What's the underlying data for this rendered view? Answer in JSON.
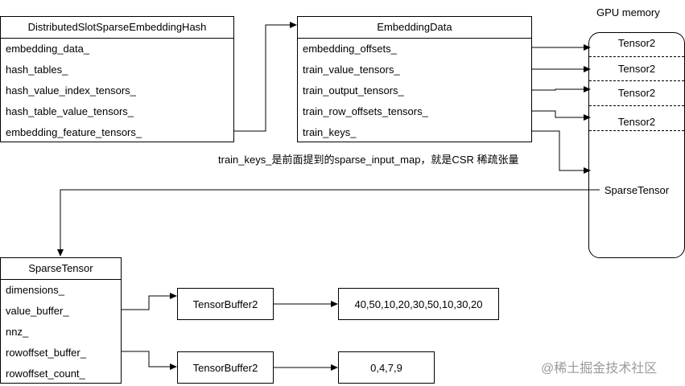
{
  "gpu_memory": {
    "title": "GPU memory",
    "items": [
      "Tensor2",
      "Tensor2",
      "Tensor2",
      "Tensor2"
    ],
    "sparse_tensor_label": "SparseTensor"
  },
  "hash_box": {
    "title": "DistributedSlotSparseEmbeddingHash",
    "fields": [
      "embedding_data_",
      "hash_tables_",
      "hash_value_index_tensors_",
      "hash_table_value_tensors_",
      "embedding_feature_tensors_"
    ]
  },
  "embedding_data_box": {
    "title": "EmbeddingData",
    "fields": [
      "embedding_offsets_",
      "train_value_tensors_",
      "train_output_tensors_",
      "train_row_offsets_tensors_",
      "train_keys_"
    ]
  },
  "note": "train_keys_是前面提到的sparse_input_map，就是CSR 稀疏张量",
  "sparse_tensor_box": {
    "title": "SparseTensor",
    "fields": [
      "dimensions_",
      "value_buffer_",
      "nnz_",
      "rowoffset_buffer_",
      "rowoffset_count_"
    ]
  },
  "tensor_buffers": [
    "TensorBuffer2",
    "TensorBuffer2"
  ],
  "values": [
    "40,50,10,20,30,50,10,30,20",
    "0,4,7,9"
  ],
  "watermark": "@稀土掘金技术社区"
}
